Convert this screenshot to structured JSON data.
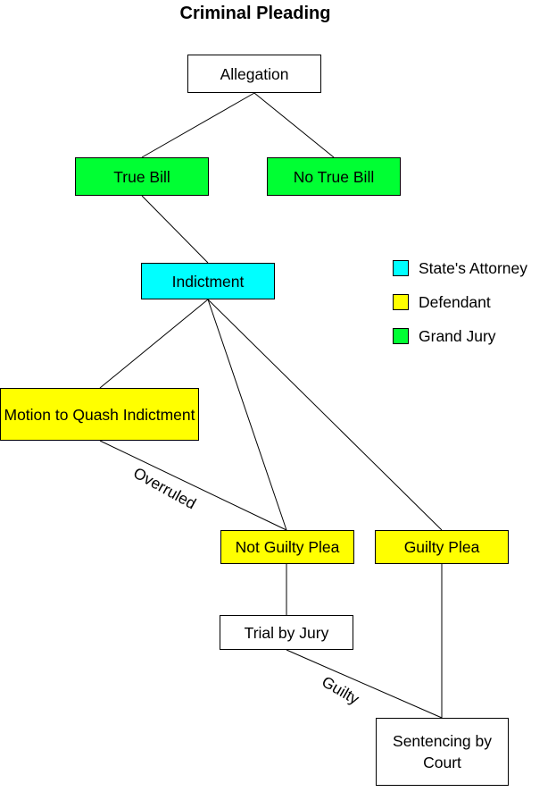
{
  "title": "Criminal Pleading",
  "nodes": {
    "allegation": "Allegation",
    "true_bill": "True Bill",
    "no_true_bill": "No True Bill",
    "indictment": "Indictment",
    "motion_to_quash": "Motion to Quash Indictment",
    "not_guilty_plea": "Not Guilty Plea",
    "guilty_plea": "Guilty Plea",
    "trial_by_jury": "Trial by Jury",
    "sentencing_by_court": "Sentencing by Court"
  },
  "edge_labels": {
    "overruled": "Overruled",
    "guilty": "Guilty"
  },
  "legend": [
    {
      "label": "State's Attorney",
      "color": "#00ffff"
    },
    {
      "label": "Defendant",
      "color": "#ffff00"
    },
    {
      "label": "Grand Jury",
      "color": "#00ff33"
    }
  ],
  "colors": {
    "state_attorney": "#00ffff",
    "defendant": "#ffff00",
    "grand_jury": "#00ff33",
    "neutral": "#ffffff"
  }
}
